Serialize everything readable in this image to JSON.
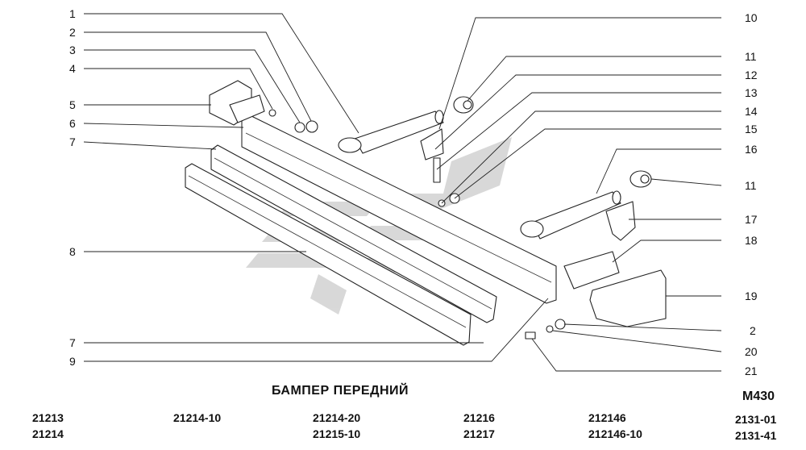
{
  "title": "БАМПЕР ПЕРЕДНИЙ",
  "code": "М430",
  "callouts_left": [
    "1",
    "2",
    "3",
    "4",
    "5",
    "6",
    "7",
    "8",
    "7",
    "9"
  ],
  "callouts_right": [
    "10",
    "11",
    "12",
    "13",
    "14",
    "15",
    "16",
    "11",
    "17",
    "18",
    "19",
    "2",
    "20",
    "21"
  ],
  "models": [
    [
      "21213",
      "21214"
    ],
    [
      "21214-10"
    ],
    [
      "21214-20",
      "21215-10"
    ],
    [
      "21216",
      "21217"
    ],
    [
      "212146",
      "212146-10"
    ],
    [
      "2131-01",
      "2131-41"
    ]
  ],
  "colors": {
    "watermark": "#b9b9b9",
    "lines": "#222222"
  }
}
